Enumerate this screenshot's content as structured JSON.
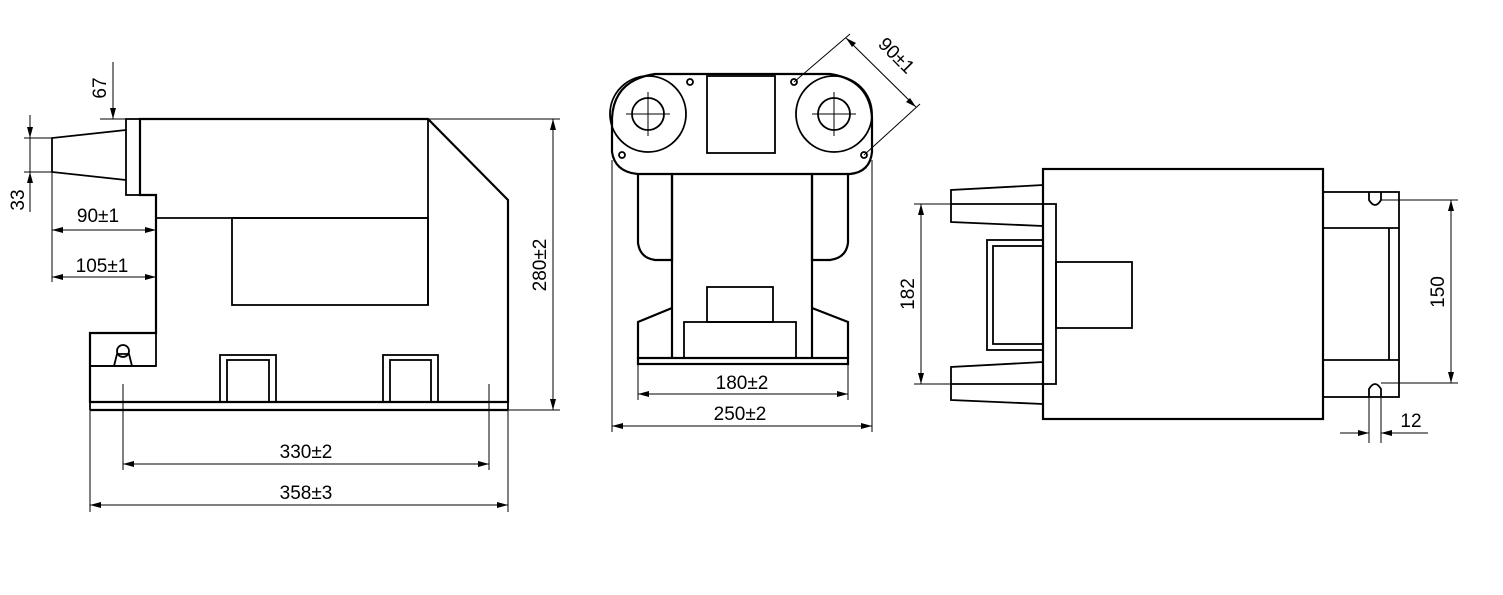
{
  "dimensions": {
    "side": {
      "top_offset": "67",
      "terminal_height": "33",
      "terminal_len": "90±1",
      "terminal_reach": "105±1",
      "height": "280±2",
      "mount_spacing": "330±2",
      "length": "358±3"
    },
    "front": {
      "terminal_spacing": "90±1",
      "base_inner": "180±2",
      "width": "250±2"
    },
    "top": {
      "width": "182",
      "mount_spacing": "150",
      "slot_width": "12"
    }
  },
  "colors": {
    "line": "#000000",
    "background": "#ffffff"
  }
}
